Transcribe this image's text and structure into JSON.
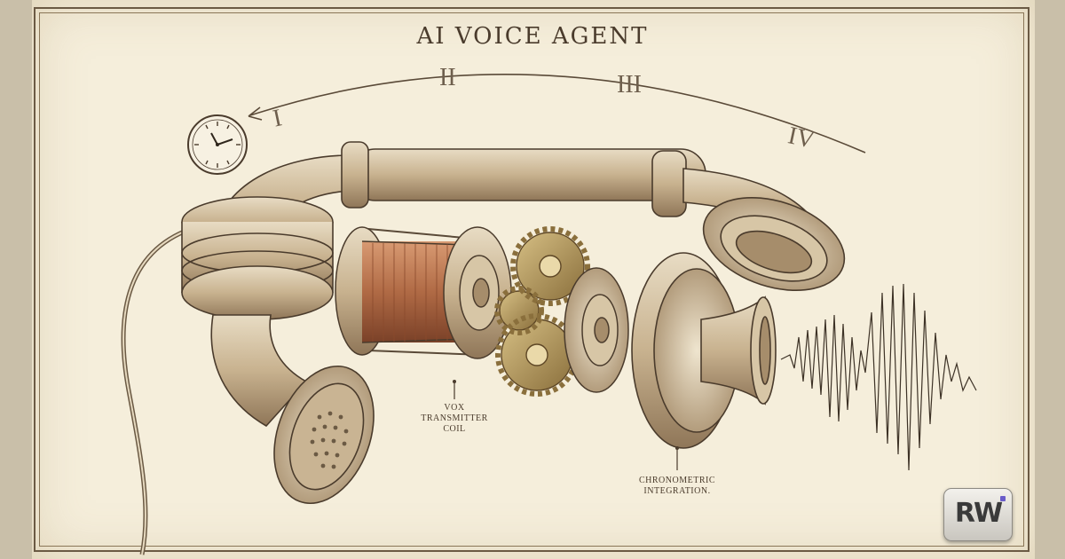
{
  "title": "AI VOICE AGENT",
  "timeline": {
    "numerals": [
      "I",
      "II",
      "III",
      "IV"
    ]
  },
  "labels": {
    "coil": [
      "VOX",
      "TRANSMITTER",
      "COIL"
    ],
    "integration": [
      "CHRONOMETRIC",
      "INTEGRATION."
    ]
  },
  "logo": {
    "text": "RW"
  },
  "icons": {
    "clock": "clock-icon",
    "logo": "rw-logo-badge"
  },
  "colors": {
    "paper": "#f5eedb",
    "ink": "#4a3b2c",
    "copper": "#b06a45",
    "brass": "#a88a4e",
    "porcelain": "#d9c9ad"
  }
}
